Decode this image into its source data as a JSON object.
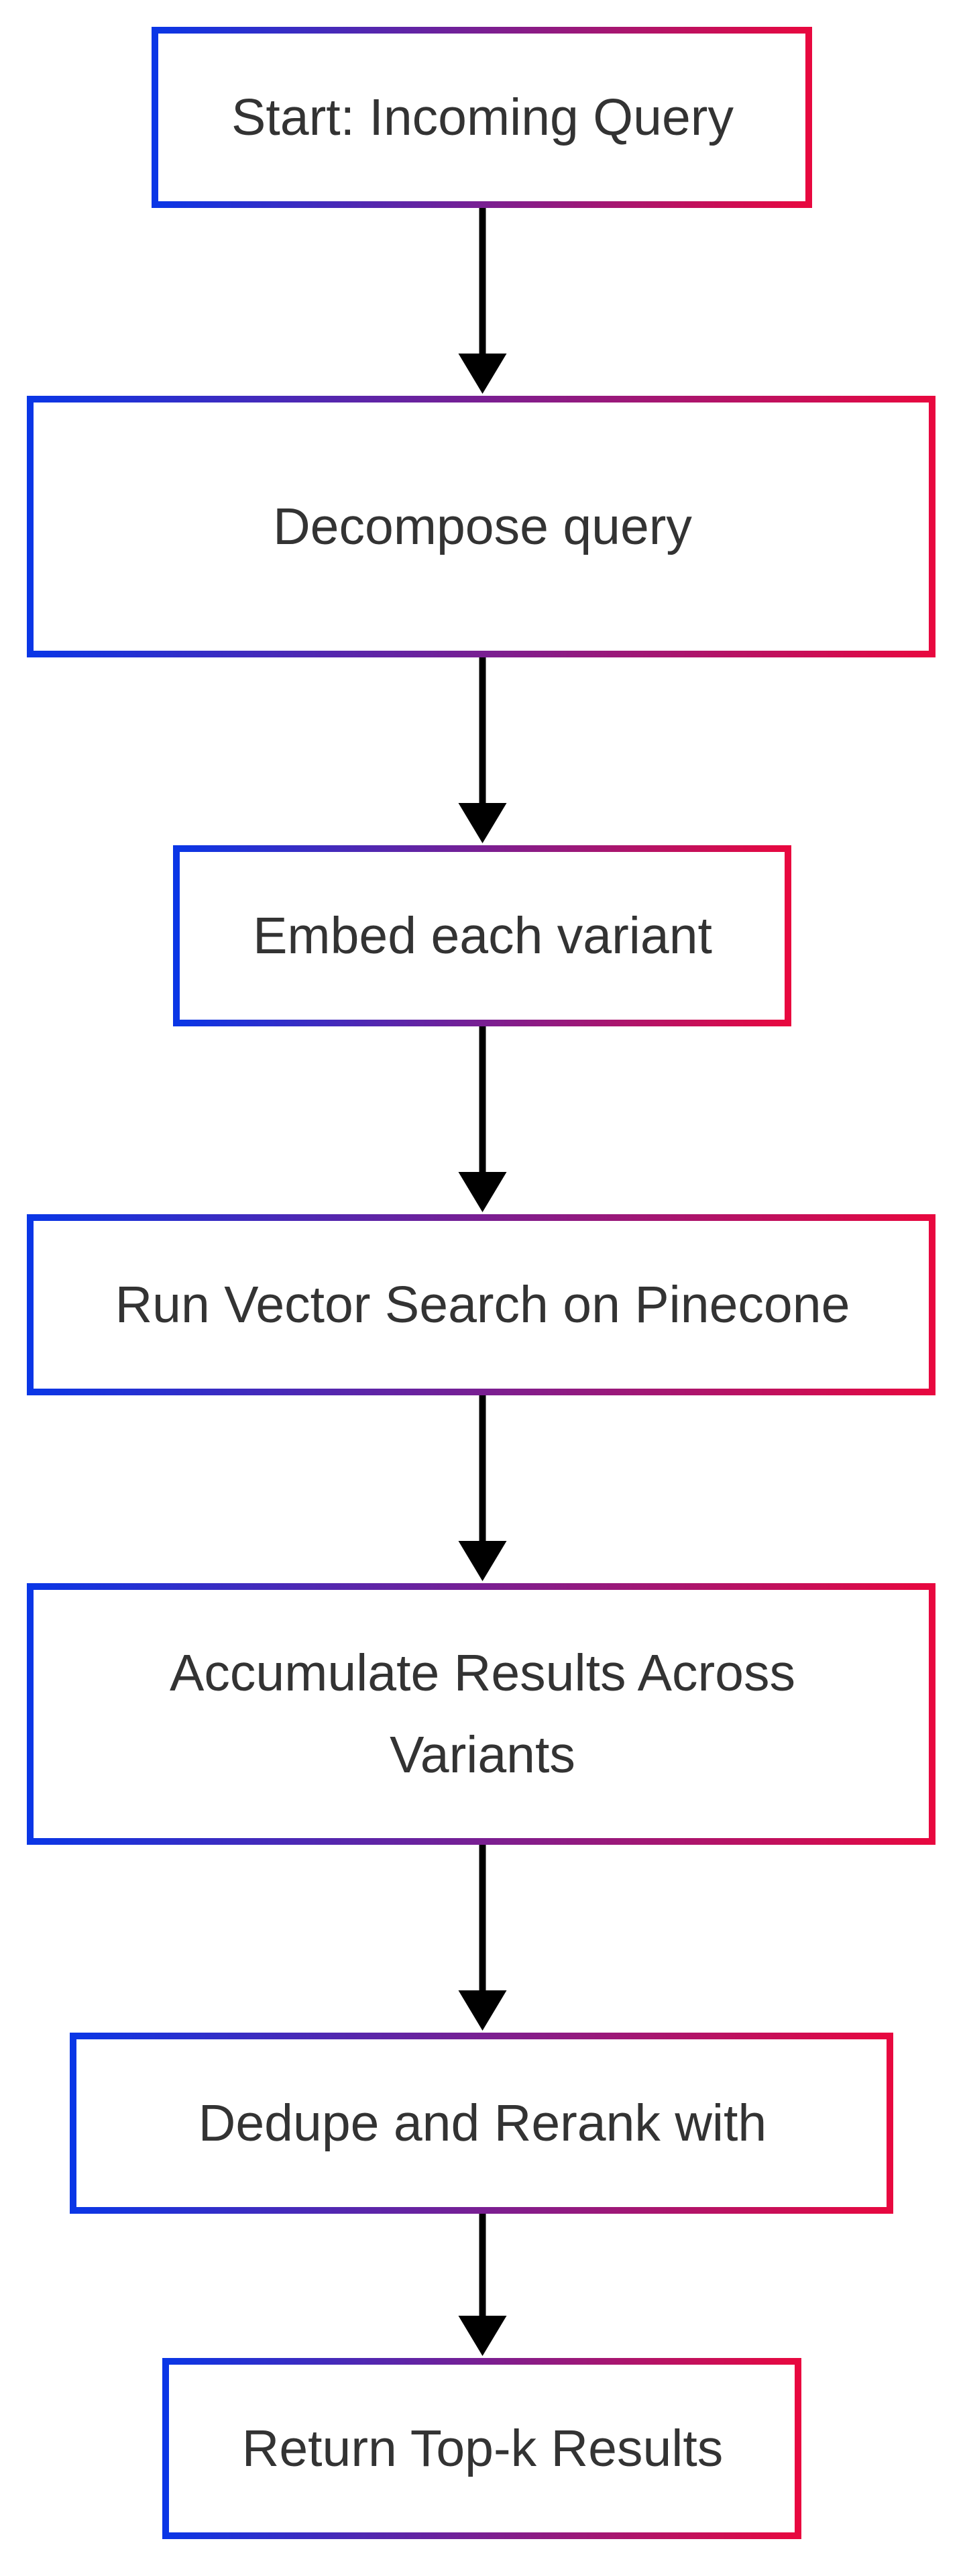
{
  "diagram": {
    "type": "flowchart",
    "direction": "top-to-bottom",
    "colors": {
      "border_start": "#0a36e6",
      "border_end": "#e8083f",
      "arrow": "#000000",
      "text": "#333333",
      "background": "#ffffff"
    },
    "nodes": [
      {
        "id": "start",
        "lines": [
          "Start: Incoming Query"
        ]
      },
      {
        "id": "decompose",
        "lines": [
          "Decompose query"
        ]
      },
      {
        "id": "embed",
        "lines": [
          "Embed each variant"
        ]
      },
      {
        "id": "search",
        "lines": [
          "Run Vector Search on Pinecone"
        ]
      },
      {
        "id": "accumulate",
        "lines": [
          "Accumulate Results Across",
          "Variants"
        ]
      },
      {
        "id": "dedupe",
        "lines": [
          "Dedupe and Rerank with"
        ]
      },
      {
        "id": "return",
        "lines": [
          "Return Top-k Results"
        ]
      }
    ],
    "edges": [
      {
        "from": "start",
        "to": "decompose"
      },
      {
        "from": "decompose",
        "to": "embed"
      },
      {
        "from": "embed",
        "to": "search"
      },
      {
        "from": "search",
        "to": "accumulate"
      },
      {
        "from": "accumulate",
        "to": "dedupe"
      },
      {
        "from": "dedupe",
        "to": "return"
      }
    ]
  }
}
